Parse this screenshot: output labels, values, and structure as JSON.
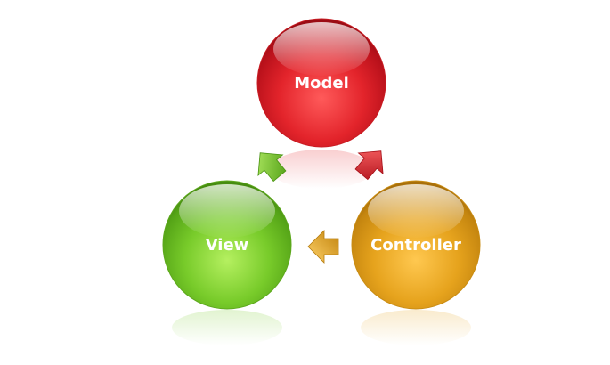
{
  "nodes": {
    "model": {
      "label": "Model",
      "color": "#e2242c"
    },
    "view": {
      "label": "View",
      "color": "#6fc728"
    },
    "controller": {
      "label": "Controller",
      "color": "#e4a11b"
    }
  }
}
